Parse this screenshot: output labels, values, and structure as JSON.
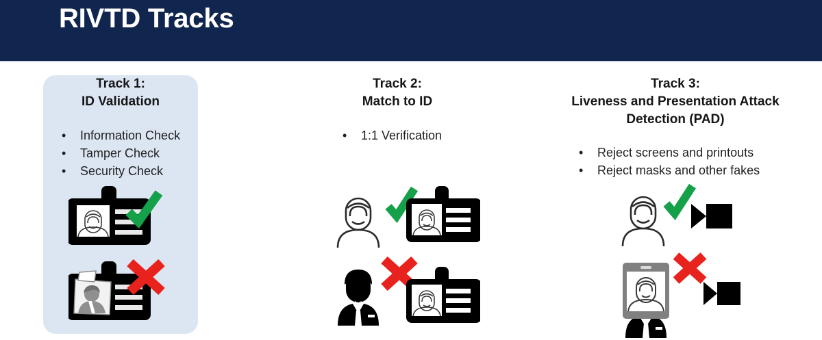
{
  "header": {
    "title": "RIVTD Tracks",
    "background_color": "#11264f",
    "title_color": "#ffffff"
  },
  "theme": {
    "panel_highlight_color": "#dce6f3",
    "check_green": "#15a04a",
    "cross_red": "#e8221c",
    "icon_black": "#000000",
    "icon_gray": "#808080"
  },
  "tracks": [
    {
      "id": "track-1",
      "heading_line1": "Track 1:",
      "heading_line2": "ID Validation",
      "highlighted": true,
      "bullets": [
        "Information Check",
        "Tamper Check",
        "Security Check"
      ],
      "bullet_marker": "•",
      "icons": [
        {
          "name": "valid-id-card-with-check",
          "elements": [
            "id-badge-icon",
            "green-check-icon"
          ],
          "verdict": "accept"
        },
        {
          "name": "tampered-id-card-with-cross",
          "elements": [
            "tampered-id-badge-icon",
            "red-cross-icon"
          ],
          "verdict": "reject"
        }
      ]
    },
    {
      "id": "track-2",
      "heading_line1": "Track 2:",
      "heading_line2": "Match to ID",
      "highlighted": false,
      "bullets": [
        "1:1 Verification"
      ],
      "bullet_marker": "•",
      "icons": [
        {
          "name": "matching-person-and-id-with-check",
          "elements": [
            "person-outline-woman-icon",
            "green-check-icon",
            "id-badge-icon"
          ],
          "verdict": "accept"
        },
        {
          "name": "mismatched-person-and-id-with-cross",
          "elements": [
            "person-solid-man-icon",
            "red-cross-icon",
            "id-badge-icon"
          ],
          "verdict": "reject"
        }
      ]
    },
    {
      "id": "track-3",
      "heading_line1": "Track 3:",
      "heading_line2": "Liveness and Presentation Attack",
      "heading_line3": "Detection (PAD)",
      "highlighted": false,
      "bullets": [
        "Reject screens and printouts",
        "Reject masks and other fakes"
      ],
      "bullet_marker": "•",
      "icons": [
        {
          "name": "live-person-at-camera-with-check",
          "elements": [
            "person-outline-woman-icon",
            "green-check-icon",
            "video-camera-icon"
          ],
          "verdict": "accept"
        },
        {
          "name": "spoof-screen-at-camera-with-cross",
          "elements": [
            "person-holding-tablet-spoof-icon",
            "red-cross-icon",
            "video-camera-icon"
          ],
          "verdict": "reject"
        }
      ]
    }
  ]
}
